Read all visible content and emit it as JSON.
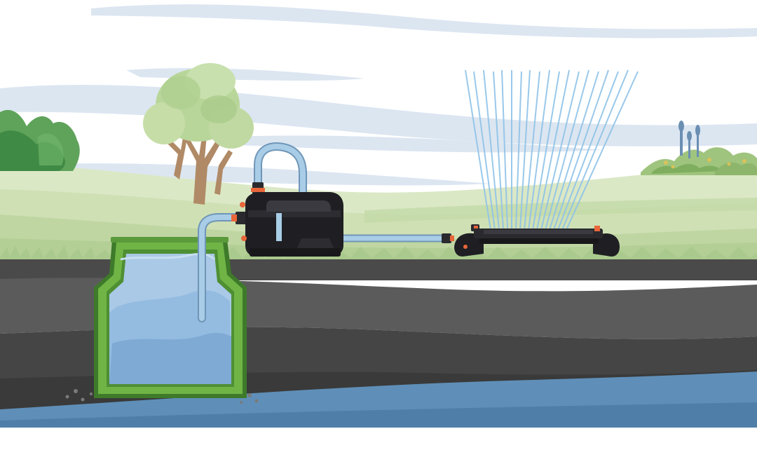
{
  "scene": {
    "components": [
      "sky",
      "tree",
      "hedge",
      "grass-field",
      "ground",
      "groundwater",
      "rainwater-tank",
      "surface-pump",
      "oscillating-sprinkler",
      "water-spray"
    ]
  },
  "colors": {
    "sky": "#ffffff",
    "cloud": "#d6e2ef",
    "grass": "#cfe0b4",
    "grass_dark": "#a8c98c",
    "soil_top": "#4a4a4a",
    "soil_mid": "#5b5b5b",
    "soil_low": "#3e3e3e",
    "groundwater": "#5f8fb8",
    "tank": "#6fb445",
    "tank_dark": "#3e7a2a",
    "water": "#a9c9e6",
    "water_dark": "#7eaad4",
    "hose": "#a9cde6",
    "pump": "#1f1f23",
    "accent": "#e8663a",
    "spray": "#8fc3e8"
  }
}
